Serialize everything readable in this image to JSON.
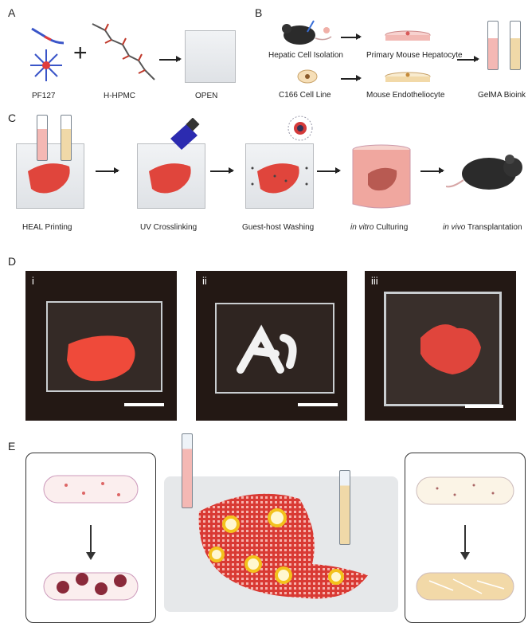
{
  "panels": {
    "A": {
      "letter": "A",
      "labels": [
        "PF127",
        "H-HPMC",
        "OPEN"
      ],
      "plus": "+"
    },
    "B": {
      "letter": "B",
      "labels": [
        "Hepatic Cell Isolation",
        "Primary Mouse Hepatocyte",
        "C166 Cell Line",
        "Mouse Endotheliocyte",
        "GelMA Bioink"
      ]
    },
    "C": {
      "letter": "C",
      "labels": [
        "HEAL Printing",
        "UV Crosslinking",
        "Guest-host Washing"
      ],
      "in_vitro": {
        "italic": "in vitro",
        "rest": " Culturing"
      },
      "in_vivo": {
        "italic": "in vivo",
        "rest": " Transplantation"
      }
    },
    "D": {
      "letter": "D",
      "photos": [
        "i",
        "ii",
        "iii"
      ]
    },
    "E": {
      "letter": "E"
    }
  },
  "colors": {
    "liver_red": "#e0453c",
    "mesh_red": "#d93a34",
    "pore_yellow": "#f3c21c",
    "photo_bg": "#231814",
    "uv_blue": "#2c2bb0",
    "bioink_pink": "#f4b8b4",
    "bioink_tan": "#f0d9a8"
  },
  "icons": [
    "polymer-micelle-icon",
    "polymer-chain-icon",
    "mouse-icon",
    "syringe-icon",
    "uv-lamp-icon",
    "petri-dish-icon",
    "beaker-icon"
  ]
}
